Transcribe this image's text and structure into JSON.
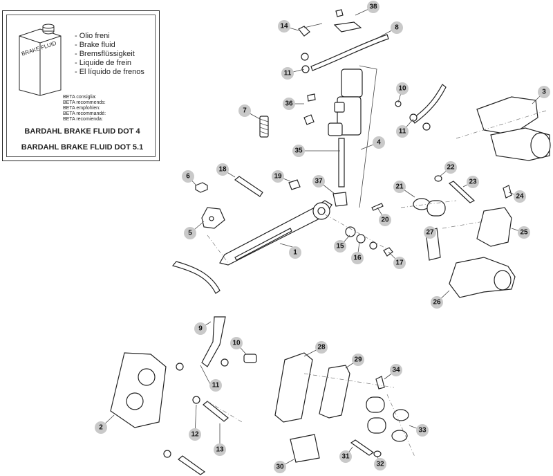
{
  "fluid_box": {
    "can_label": "BRAKE FLUID",
    "fluid_names": [
      "- Olio freni",
      "- Brake fluid",
      "- Bremsflüssigkeit",
      "- Liquide de frein",
      "- El líquido de frenos"
    ],
    "recommendations": [
      "BETA consiglia:",
      "BETA recommends:",
      "BETA empfohlen:",
      "BETA recommandé:",
      "BETA recomienda:"
    ],
    "product_1": "BARDAHL BRAKE FLUID DOT 4",
    "product_2": "BARDAHL BRAKE FLUID DOT 5.1"
  },
  "callouts": [
    "1",
    "2",
    "3",
    "4",
    "5",
    "6",
    "7",
    "8",
    "9",
    "10",
    "10",
    "11",
    "11",
    "11",
    "12",
    "13",
    "14",
    "15",
    "16",
    "17",
    "18",
    "19",
    "20",
    "21",
    "22",
    "23",
    "24",
    "25",
    "26",
    "27",
    "28",
    "29",
    "30",
    "31",
    "32",
    "33",
    "34",
    "35",
    "36",
    "37",
    "38"
  ],
  "colors": {
    "callout_fill": "#c9c9c9",
    "line": "#222222"
  }
}
